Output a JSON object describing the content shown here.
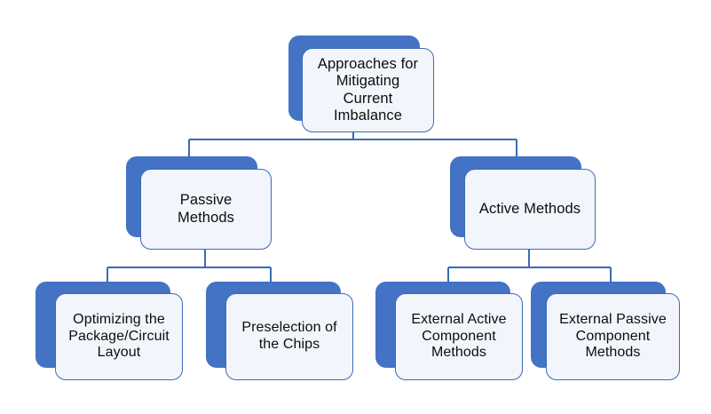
{
  "diagram": {
    "title": "Approaches for Mitigating Current Imbalance",
    "type": "hierarchy-tree",
    "background_color": "#FFFFFF",
    "theme": {
      "shadow_color": "#4472C4",
      "face_fill": "#F2F5FB",
      "border_color": "#3B6BB5",
      "connector_color": "#3B6BB5",
      "text_color": "#0D0D0D"
    },
    "nodes": {
      "root": {
        "label": "Approaches for\nMitigating\nCurrent\nImbalance",
        "level": 1
      },
      "passive": {
        "label": "Passive\nMethods",
        "level": 2
      },
      "active": {
        "label": "Active Methods",
        "level": 2
      },
      "optimizing_layout": {
        "label": "Optimizing  the\nPackage/Circuit\nLayout",
        "level": 3
      },
      "preselection_chips": {
        "label": "Preselection of\nthe Chips",
        "level": 3
      },
      "external_active": {
        "label": "External Active\nComponent\nMethods",
        "level": 3
      },
      "external_passive": {
        "label": "External Passive\nComponent\nMethods",
        "level": 3
      }
    }
  }
}
